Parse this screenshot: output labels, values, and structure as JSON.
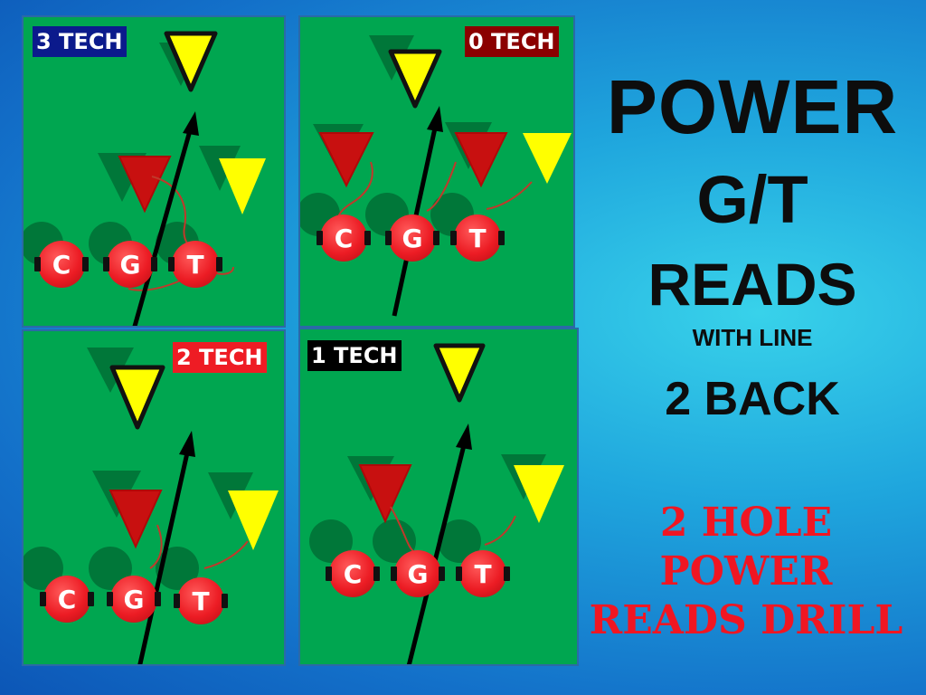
{
  "panels": [
    {
      "label": "3 TECH",
      "players": [
        "C",
        "G",
        "T"
      ]
    },
    {
      "label": "0 TECH",
      "players": [
        "C",
        "G",
        "T"
      ]
    },
    {
      "label": "2 TECH",
      "players": [
        "C",
        "G",
        "T"
      ]
    },
    {
      "label": "1 TECH",
      "players": [
        "C",
        "G",
        "T"
      ]
    }
  ],
  "title": {
    "line1": "POWER",
    "line2": "G/T",
    "line3": "READS",
    "line4": "WITH LINE",
    "line5": "2 BACK"
  },
  "drill": {
    "line1": "2 HOLE",
    "line2": "POWER",
    "line3": "READS DRILL"
  },
  "colors": {
    "field": "#00a650",
    "background": "#1a8fd8",
    "player": "#ec1c24",
    "defender_red": "#cc1111",
    "defender_yellow": "#ffff00",
    "tag_3_tech": "#0b1a8c",
    "tag_0_tech": "#8b0000",
    "tag_2_tech": "#ee1c24",
    "tag_1_tech": "#000000",
    "drill_text": "#f01622"
  },
  "icons": [
    "defender-triangle",
    "run-arrow",
    "block-path"
  ]
}
